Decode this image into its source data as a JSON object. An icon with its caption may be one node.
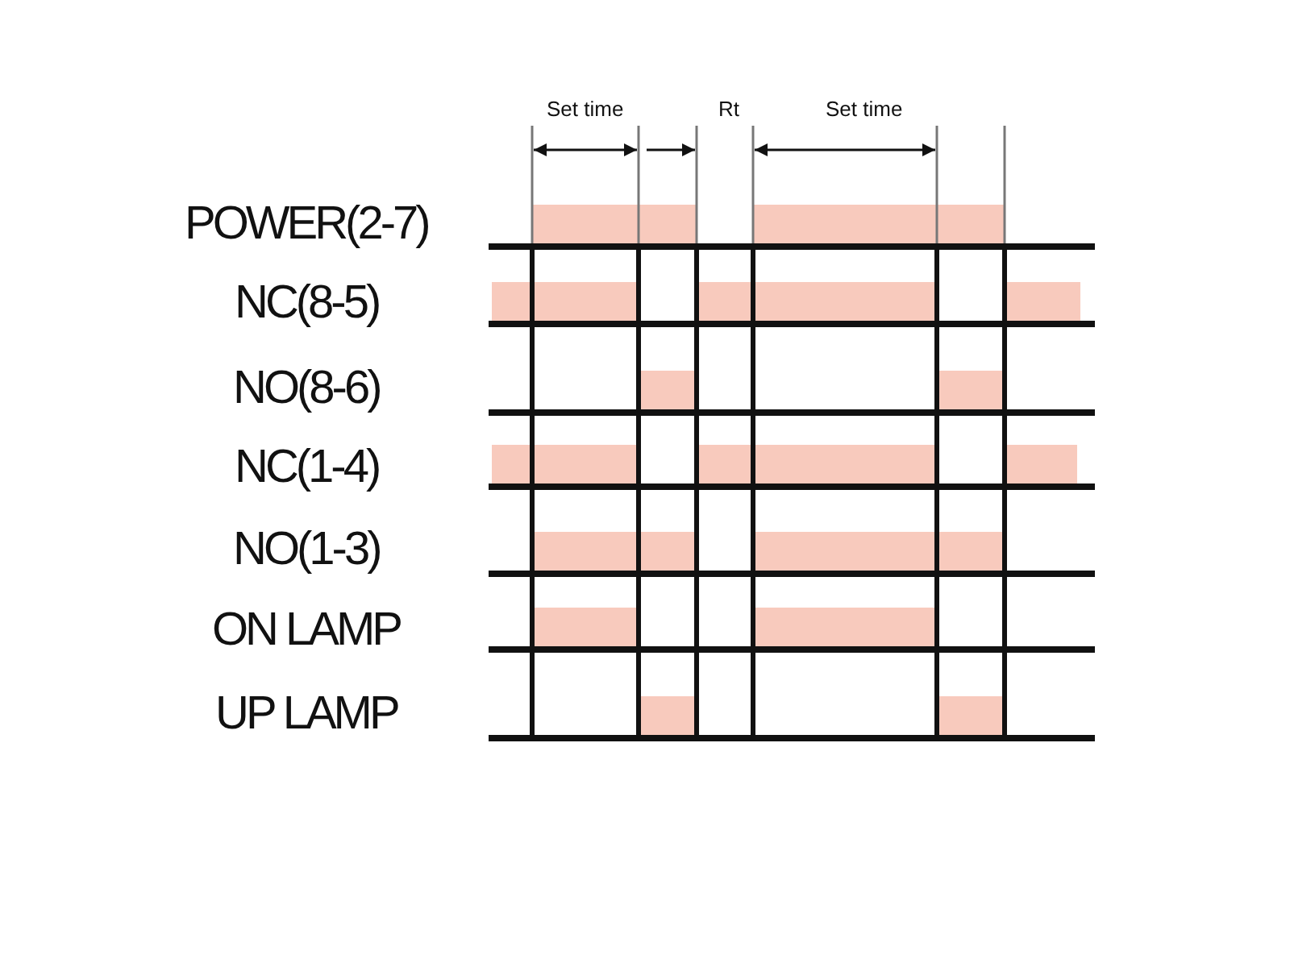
{
  "diagram": {
    "labels": [
      "Set time",
      "Rt",
      "Set time",
      "POWER(2-7)",
      "NC(8-5)",
      "NO(8-6)",
      "NC(1-4)",
      "NO(1-3)",
      "ON LAMP",
      "UP LAMP"
    ]
  }
}
